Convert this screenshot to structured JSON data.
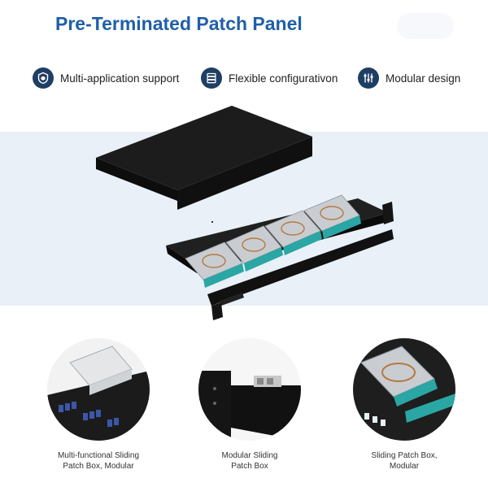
{
  "title": "Pre-Terminated Patch Panel",
  "features": [
    {
      "label": "Multi-application support",
      "icon": "shield-cube-icon"
    },
    {
      "label": "Flexible configurativon",
      "icon": "database-stack-icon"
    },
    {
      "label": "Modular design",
      "icon": "sliders-icon"
    }
  ],
  "details": [
    {
      "caption_line1": "Multi-functional Sliding",
      "caption_line2": "Patch Box, Modular"
    },
    {
      "caption_line1": "Modular Sliding",
      "caption_line2": "Patch Box"
    },
    {
      "caption_line1": "Sliding Patch Box,",
      "caption_line2": "Modular"
    }
  ],
  "colors": {
    "accent": "#1f5fa8",
    "icon_bg": "#1f3e63",
    "band": "#e9f0f7",
    "teal": "#2aa6a4"
  }
}
